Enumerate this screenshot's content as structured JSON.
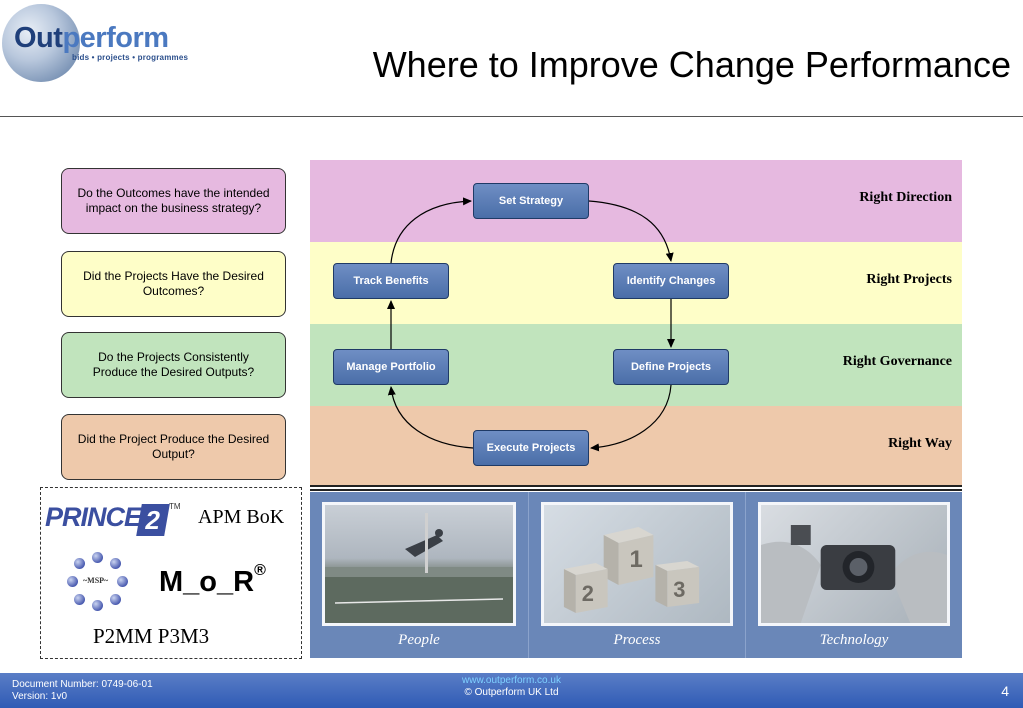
{
  "logo": {
    "word_part1": "Out",
    "word_part2": "perform",
    "tagline": "bids • projects • programmes"
  },
  "title": "Where to Improve Change Performance",
  "questions": [
    "Do the Outcomes have the intended impact on the business strategy?",
    "Did the Projects Have  the Desired Outcomes?",
    "Do the Projects Consistently Produce the Desired Outputs?",
    "Did the Project Produce  the Desired Output?"
  ],
  "methods": {
    "prince": "PRINCE",
    "prince_num": "2",
    "prince_tm": "TM",
    "apm": "APM BoK",
    "msp": "~MSP~",
    "mor": "M_o_R",
    "mor_reg": "®",
    "p2mm": "P2MM   P3M3"
  },
  "bands": [
    "Right Direction",
    "Right Projects",
    "Right Governance",
    "Right Way"
  ],
  "cycle": {
    "set_strategy": "Set Strategy",
    "identify_changes": "Identify Changes",
    "define_projects": "Define Projects",
    "execute_projects": "Execute Projects",
    "manage_portfolio": "Manage Portfolio",
    "track_benefits": "Track Benefits"
  },
  "photos": [
    "People",
    "Process",
    "Technology"
  ],
  "footer": {
    "doc_number": "Document Number: 0749-06-01",
    "version": "Version: 1v0",
    "url": "www.outperform.co.uk",
    "copyright": "© Outperform UK Ltd",
    "page": "4"
  },
  "colors": {
    "direction": "#e6b9e0",
    "projects": "#fefec8",
    "governance": "#c1e4bd",
    "way": "#eec9ab",
    "node": "#4a6ea8",
    "footer": "#2f5bb5"
  }
}
